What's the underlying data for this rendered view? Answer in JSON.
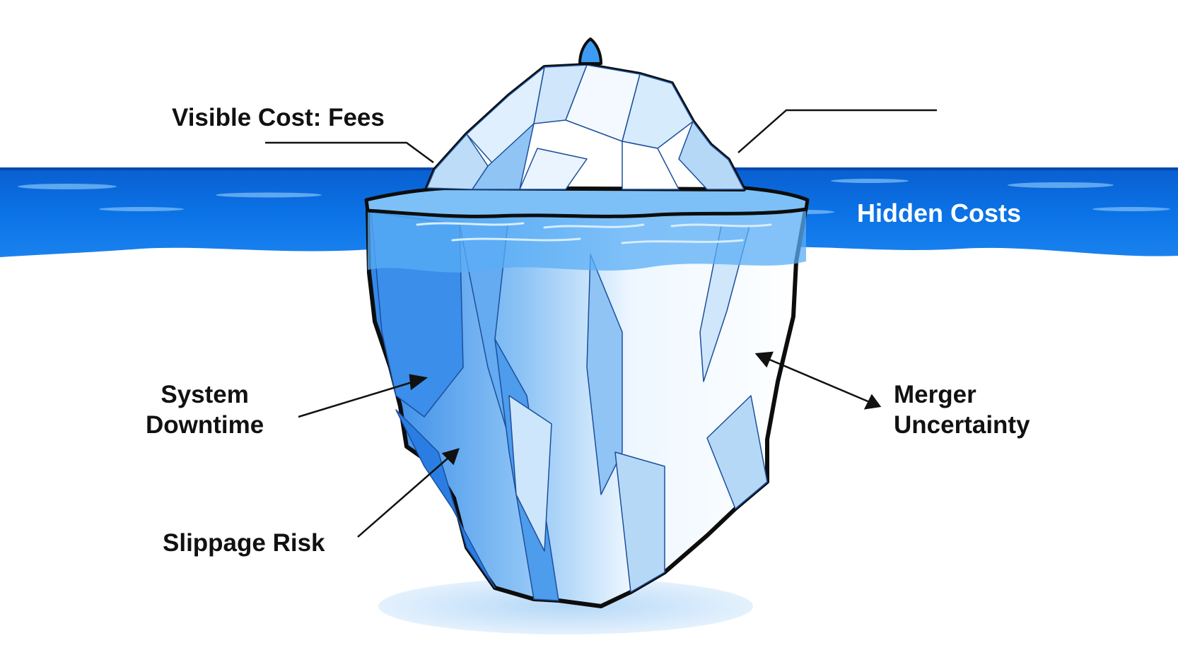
{
  "diagram": {
    "labels": {
      "visible_cost": "Visible Cost: Fees",
      "hidden_costs": "Hidden Costs",
      "system_downtime": [
        "System",
        "Downtime"
      ],
      "merger_uncertainty": [
        "Merger",
        "Uncertainty"
      ],
      "slippage_risk": "Slippage Risk"
    },
    "colors": {
      "ocean": "#0a6fe0",
      "ocean_light": "#3d9bf3",
      "ice_light": "#ffffff",
      "ice_shade": "#a8d2f7",
      "ice_deep": "#2f8ae8",
      "outline": "#0d0d0d",
      "hidden_label": "#ffffff",
      "text": "#111111"
    }
  }
}
